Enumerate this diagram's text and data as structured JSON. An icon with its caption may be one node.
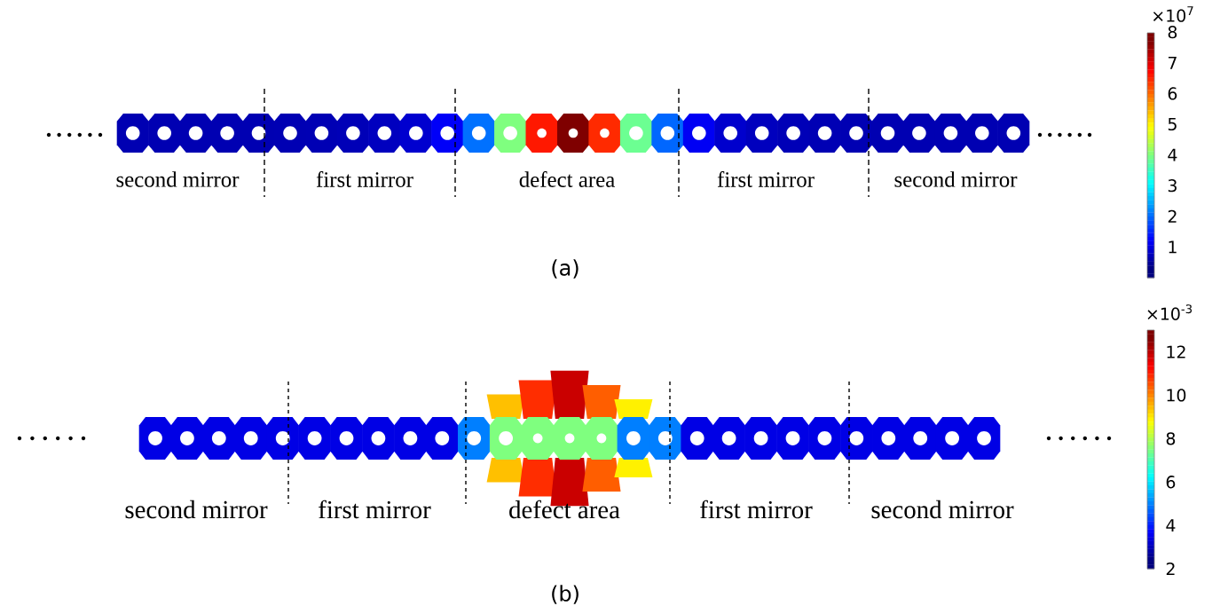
{
  "diagram": {
    "labels": [
      "×10$^{7}$",
      "8",
      "7",
      "6",
      "5",
      "4",
      "3",
      "2",
      "1",
      "second mirror",
      "first mirror",
      "defect area",
      "first mirror",
      "second mirror",
      "(a)",
      "×10$^{-3}$",
      "12",
      "10",
      "8",
      "6",
      "4",
      "2",
      "second mirror",
      "first mirror",
      "defect area",
      "first mirror",
      "second mirror",
      "(b)"
    ]
  }
}
